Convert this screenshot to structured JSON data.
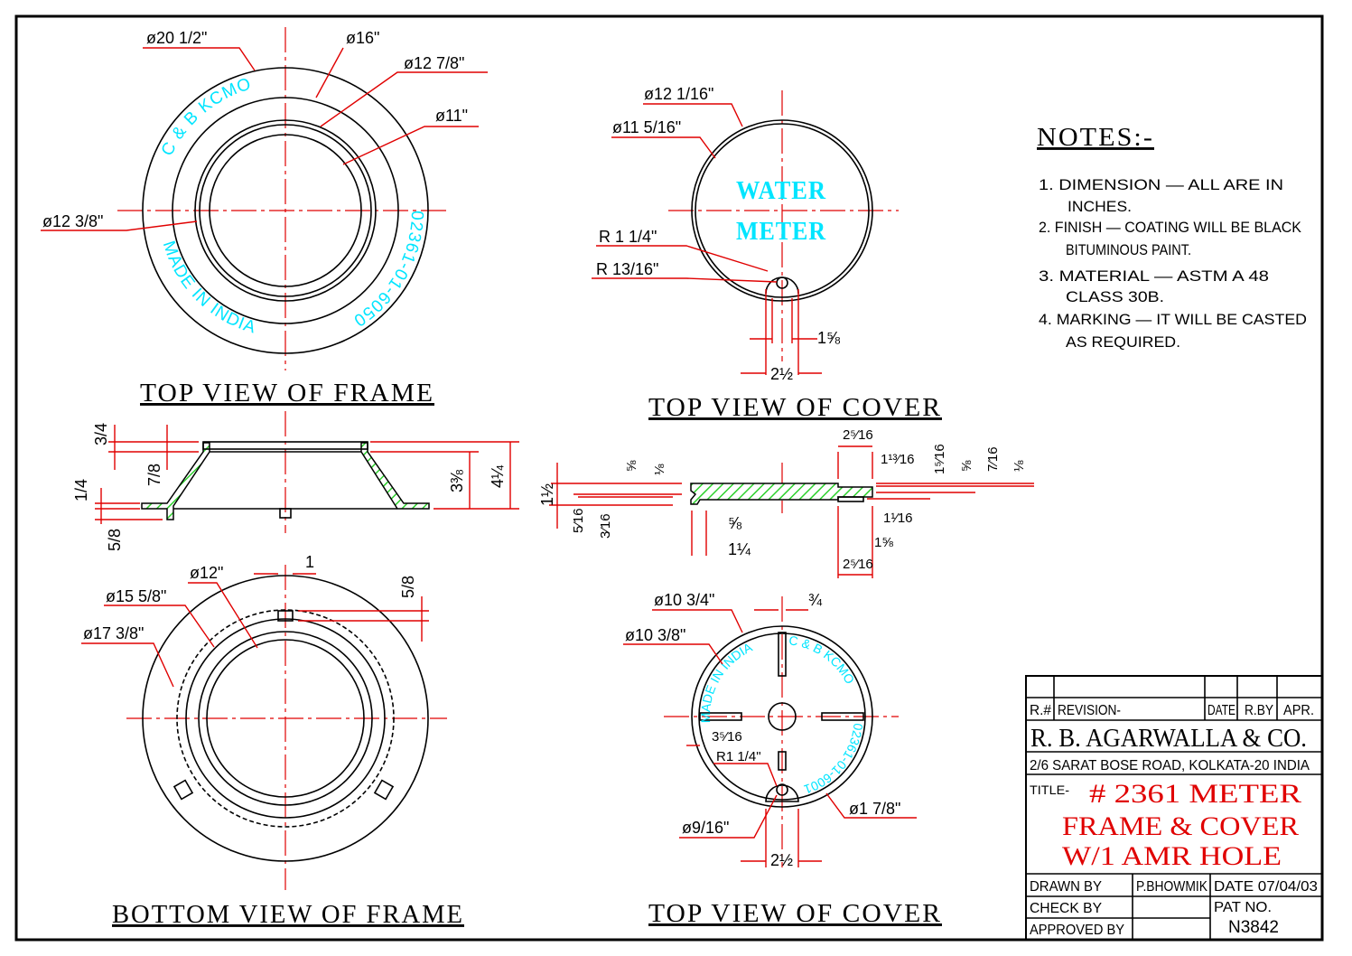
{
  "frame_top": {
    "title": "TOP VIEW OF FRAME",
    "dims": [
      "ø20 1/2\"",
      "ø16\"",
      "ø12 7/8\"",
      "ø11\"",
      "ø12 3/8\""
    ],
    "marking": [
      "C & B KCMO",
      "MADE IN INDIA",
      "02361-01-6050"
    ]
  },
  "cover_top": {
    "title": "TOP VIEW OF COVER",
    "dims": [
      "ø12 1/16\"",
      "ø11 5/16\"",
      "R 1 1/4\"",
      "R 13/16\"",
      "1⅝",
      "2½"
    ],
    "marking": [
      "WATER",
      "METER"
    ]
  },
  "frame_section": {
    "dims": [
      "3/4",
      "7/8",
      "1/4",
      "5/8",
      "3⅜",
      "4¼"
    ]
  },
  "cover_section": {
    "dims": [
      "1½",
      "⅝",
      "⅛",
      "5⁄16",
      "3⁄16",
      "⅝",
      "1¼",
      "2⁵⁄16",
      "1¹³⁄16",
      "1⁵⁄16",
      "⅝",
      "7⁄16",
      "⅛",
      "1¹⁄16",
      "1⅝",
      "2⁵⁄16"
    ]
  },
  "frame_bottom": {
    "title": "BOTTOM VIEW OF FRAME",
    "dims": [
      "ø12\"",
      "1",
      "ø15 5/8\"",
      "5/8",
      "ø17 3/8\""
    ]
  },
  "cover_bottom": {
    "title": "TOP VIEW OF COVER",
    "dims": [
      "ø10 3/4\"",
      "¾",
      "ø10 3/8\"",
      "3⁵⁄16",
      "R1  1/4\"",
      "ø1 7/8\"",
      "ø9/16\"",
      "2½"
    ],
    "marking": [
      "MADE IN INDIA",
      "C & B KCMO",
      "02361-01-6001"
    ]
  },
  "notes": {
    "heading": "NOTES:-",
    "lines": [
      "1.  DIMENSION  —  ALL  ARE  IN",
      "INCHES.",
      "2.  FINISH  —  COATING  WILL  BE  BLACK",
      "BITUMINOUS  PAINT.",
      "3.  MATERIAL  —  ASTM  A  48",
      "CLASS  30B.",
      "4.  MARKING  —  IT  WILL  BE  CASTED",
      "AS  REQUIRED."
    ]
  },
  "title_block": {
    "rev_headers": [
      "R.#",
      "REVISION-",
      "DATE",
      "R.BY",
      "APR."
    ],
    "company": "R.  B.  AGARWALLA  &  CO.",
    "address": "2/6  SARAT  BOSE  ROAD,  KOLKATA-20  INDIA",
    "title_label": "TITLE-",
    "title_lines": [
      "#  2361  METER",
      "FRAME  &  COVER",
      "W/1  AMR  HOLE"
    ],
    "drawn_by_label": "DRAWN  BY",
    "drawn_by": "P.BHOWMIK",
    "date": "DATE 07/04/03",
    "check_by_label": "CHECK  BY",
    "approved_by_label": "APPROVED  BY",
    "pat_no_label": "PAT  NO.",
    "pat_no": "N3842"
  }
}
